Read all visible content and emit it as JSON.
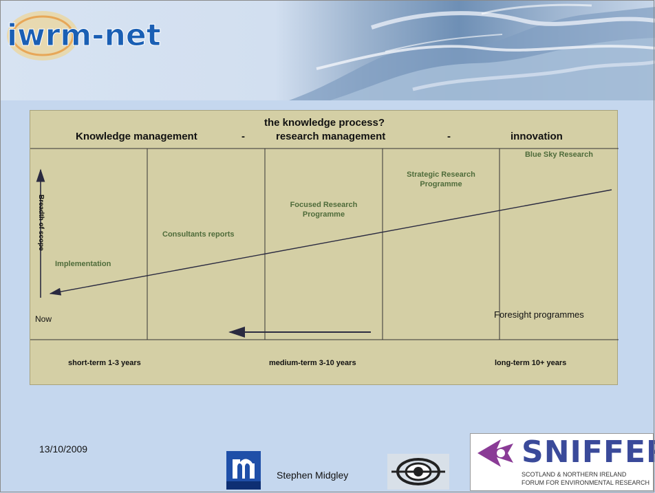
{
  "brand": {
    "logo_text": "iwrm-net"
  },
  "diagram": {
    "title": "the knowledge process?",
    "header_left": "Knowledge management",
    "header_mid": "research management",
    "header_right": "innovation",
    "separator": "-",
    "boxes": {
      "implementation": "Implementation",
      "consultants": "Consultants reports",
      "focused": [
        "Focused Research",
        "Programme"
      ],
      "strategic": [
        "Strategic Research",
        "Programme"
      ],
      "blue_sky": "Blue Sky Research"
    },
    "axis_label": "Breadth of scope",
    "now_label": "Now",
    "foresight_label": "Foresight programmes",
    "terms": {
      "short": "short-term 1-3 years",
      "medium": "medium-term 3-10 years",
      "long": "long-term 10+ years"
    }
  },
  "footer": {
    "date": "13/10/2009",
    "presenter": "Stephen Midgley",
    "sniffer_name": "SNIFFER",
    "sniffer_line1": "SCOTLAND & NORTHERN IRELAND",
    "sniffer_line2": "FORUM FOR ENVIRONMENTAL RESEARCH"
  },
  "colors": {
    "background": "#c5d7ee",
    "diagram_fill": "#d4cfa5",
    "green_text": "#4e6b3a",
    "arrow": "#2a2a40",
    "sniffer_blue": "#3a4a9a",
    "logo_orange": "#e8861e",
    "logo_blue": "#1a5fb4"
  }
}
